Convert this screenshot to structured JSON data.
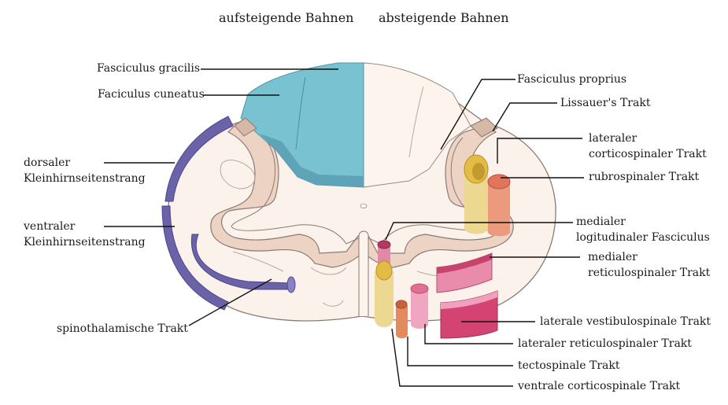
{
  "headers": {
    "ascending": "aufsteigende Bahnen",
    "descending": "absteigende Bahnen"
  },
  "labels": {
    "fasciculus_gracilis": "Fasciculus gracilis",
    "faciculus_cuneatus": "Faciculus cuneatus",
    "dorsaler_line1": "dorsaler",
    "dorsaler_line2": "Kleinhirnseitenstrang",
    "ventraler_line1": "ventraler",
    "ventraler_line2": "Kleinhirnseitenstrang",
    "spinothalamische": "spinothalamische Trakt",
    "fasciculus_proprius": "Fasciculus proprius",
    "lissauer": "Lissauer's Trakt",
    "lat_cortico_line1": "lateraler",
    "lat_cortico_line2": "corticospinaler Trakt",
    "rubrospinal": "rubrospinaler Trakt",
    "med_long_line1": "medialer",
    "med_long_line2": "logitudinaler Fasciculus",
    "med_reticulo_line1": "medialer",
    "med_reticulo_line2": "reticulospinaler Trakt",
    "lat_vestibulo": "laterale vestibulospinale Trakt",
    "lat_reticulo": "lateraler reticulospinaler Trakt",
    "tectospinal": "tectospinale Trakt",
    "ventral_cortico": "ventrale corticospinale Trakt"
  },
  "colors": {
    "white_matter": "#fcf2ec",
    "gray_matter": "#ecd3c3",
    "outline": "#8a7a72",
    "dorsal_column": "#79c2d2",
    "cerebellar": "#6b63a8",
    "corticospinal": "#e3bc45",
    "rubrospinal": "#e1745a",
    "reticulospinal": "#df6f93",
    "vestibulospinal": "#d44473",
    "tectospinal": "#e0855a",
    "leader": "#111111"
  }
}
